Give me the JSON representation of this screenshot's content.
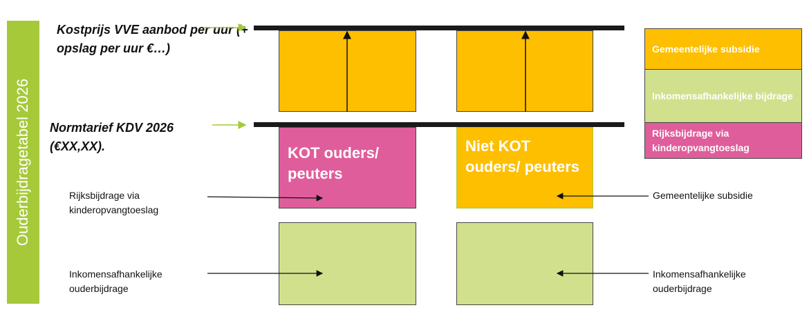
{
  "side_title": "Ouderbijdragetabel 2026",
  "kostprijs_label": "Kostprijs VVE aanbod per uur (+ opslag per uur €…)",
  "normtarief_label": "Normtarief KDV 2026 (€XX,XX).",
  "columns": [
    {
      "middle_label": "KOT ouders/ peuters"
    },
    {
      "middle_label": "Niet KOT ouders/ peuters"
    }
  ],
  "left_annotations": [
    "Rijksbijdrage via kinderopvangtoeslag",
    "Inkomensafhankelijke ouderbijdrage"
  ],
  "right_annotations": [
    "Gemeentelijke subsidie",
    "Inkomensafhankelijke ouderbijdrage"
  ],
  "legend": [
    {
      "label": "Gemeentelijke subsidie",
      "color": "#fdbf00"
    },
    {
      "label": "Inkomensafhankelijke bijdrage",
      "color": "#d0e08c"
    },
    {
      "label": "Rijksbijdrage via kinderopvangtoeslag",
      "color": "#e05d9b"
    }
  ]
}
